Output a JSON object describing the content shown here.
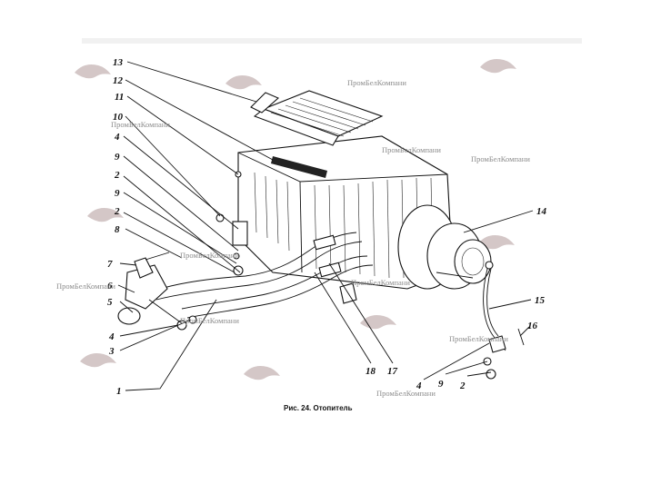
{
  "caption": "Рис. 24. Отопитель",
  "watermark_text": "ПромБелКомпани",
  "callouts": {
    "c13": "13",
    "c12": "12",
    "c11": "11",
    "c10": "10",
    "c4a": "4",
    "c9a": "9",
    "c2a": "2",
    "c9b": "9",
    "c2b": "2",
    "c8": "8",
    "c7": "7",
    "c6": "6",
    "c5": "5",
    "c4b": "4",
    "c3": "3",
    "c1": "1",
    "c14": "14",
    "c15": "15",
    "c16": "16",
    "c18": "18",
    "c17": "17",
    "c4c": "4",
    "c9c": "9",
    "c2c": "2"
  },
  "watermarks": {
    "w1": "ПромБелКомпани",
    "w2": "ПромБелКомпани",
    "w3": "ПромБелКомпани",
    "w4": "ПромБелКомпани",
    "w5": "ПромБелКомпани",
    "w6": "ПромБелКомпани",
    "w7": "ПромБелКомпани",
    "w8": "ПромБелКомпани",
    "w9": "ПромБелКомпани",
    "w10": "ПромБелКомпани"
  },
  "colors": {
    "line": "#111111",
    "watermark": "#8c8c8c",
    "logo": "#b9a6a6"
  }
}
